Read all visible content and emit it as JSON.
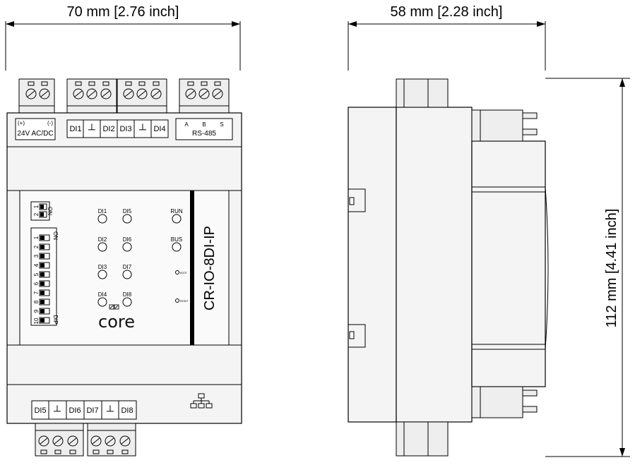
{
  "dimensions": {
    "front_width": "70 mm [2.76 inch]",
    "side_width": "58 mm [2.28 inch]",
    "height": "112 mm [4.41 inch]"
  },
  "power_terminal": {
    "plus": "(+)",
    "minus": "(-)",
    "label": "24V AC/DC"
  },
  "top_terminals": [
    "DI1",
    "┴",
    "DI2",
    "DI3",
    "┴",
    "DI4"
  ],
  "rs485": {
    "a": "A",
    "b": "B",
    "s": "S",
    "label": "RS-485"
  },
  "bottom_terminals": [
    "DI5",
    "┴",
    "DI6",
    "DI7",
    "┴",
    "DI8"
  ],
  "dip_small": {
    "on": "ON",
    "numbers": [
      "1",
      "2"
    ]
  },
  "dip_large": {
    "on": "ON",
    "dip": "DIP",
    "numbers": [
      "1",
      "2",
      "3",
      "4",
      "5",
      "6",
      "7",
      "8",
      "9",
      "10"
    ]
  },
  "leds": {
    "di1": "DI1",
    "di2": "DI2",
    "di3": "DI3",
    "di4": "DI4",
    "di5": "DI5",
    "di6": "DI6",
    "di7": "DI7",
    "di8": "DI8",
    "run": "RUN",
    "bus": "BUS",
    "boot": "BOOT",
    "reset": "RESET"
  },
  "brand": "core",
  "model": "CR-IO-8DI-IP"
}
